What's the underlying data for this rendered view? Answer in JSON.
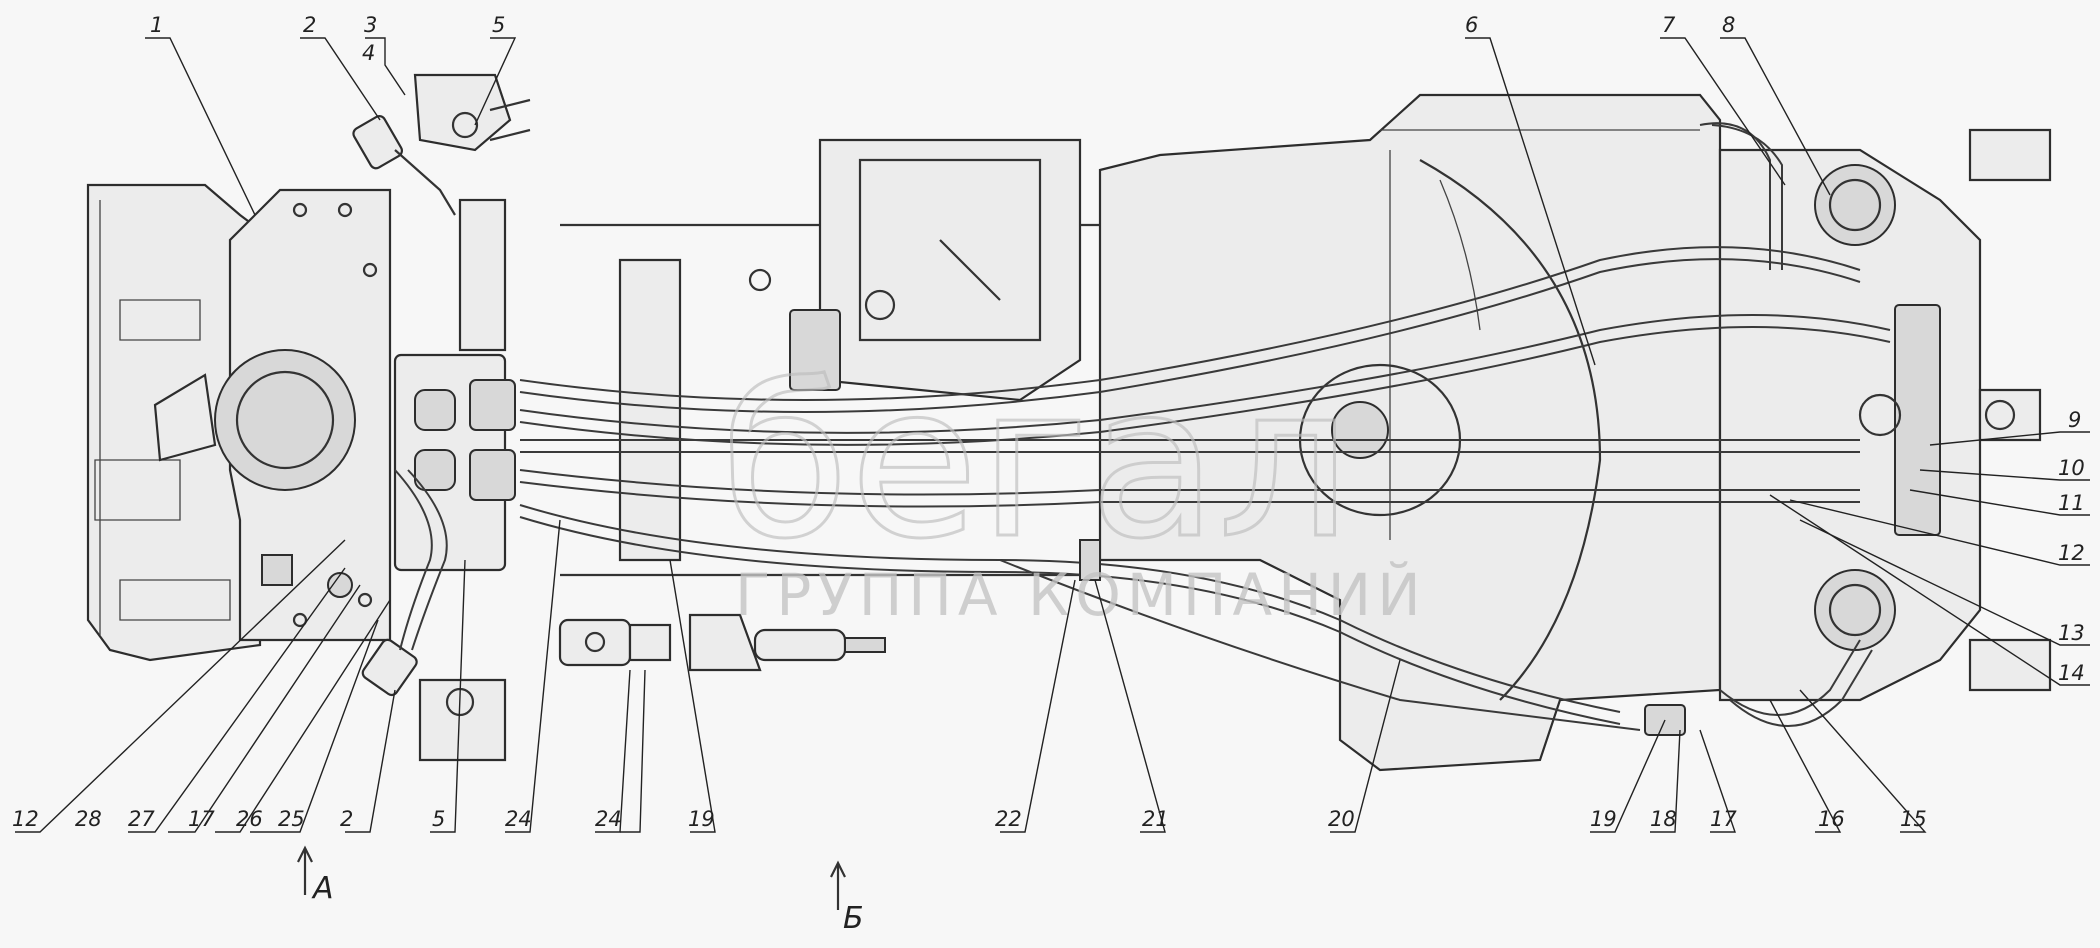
{
  "watermark": {
    "logo_text": "бегал",
    "slogan": "ГРУППА КОМПАНИЙ"
  },
  "view_markers": {
    "view_a": "А",
    "view_b": "Б"
  },
  "callouts": {
    "c1": "1",
    "c2": "2",
    "c3": "3",
    "c4": "4",
    "c5": "5",
    "c6": "6",
    "c7": "7",
    "c8": "8",
    "c9": "9",
    "c10": "10",
    "c11": "11",
    "c12": "12",
    "c13": "13",
    "c14": "14",
    "c15": "15",
    "c16": "16",
    "c17": "17",
    "c18": "18",
    "c19": "19",
    "c20": "20",
    "c21": "21",
    "c22": "22",
    "c24": "24",
    "c25": "25",
    "c26": "26",
    "c27": "27",
    "c28": "28",
    "b2": "2",
    "b5": "5",
    "b12": "12",
    "b17": "17",
    "b19": "19",
    "b24": "24"
  }
}
